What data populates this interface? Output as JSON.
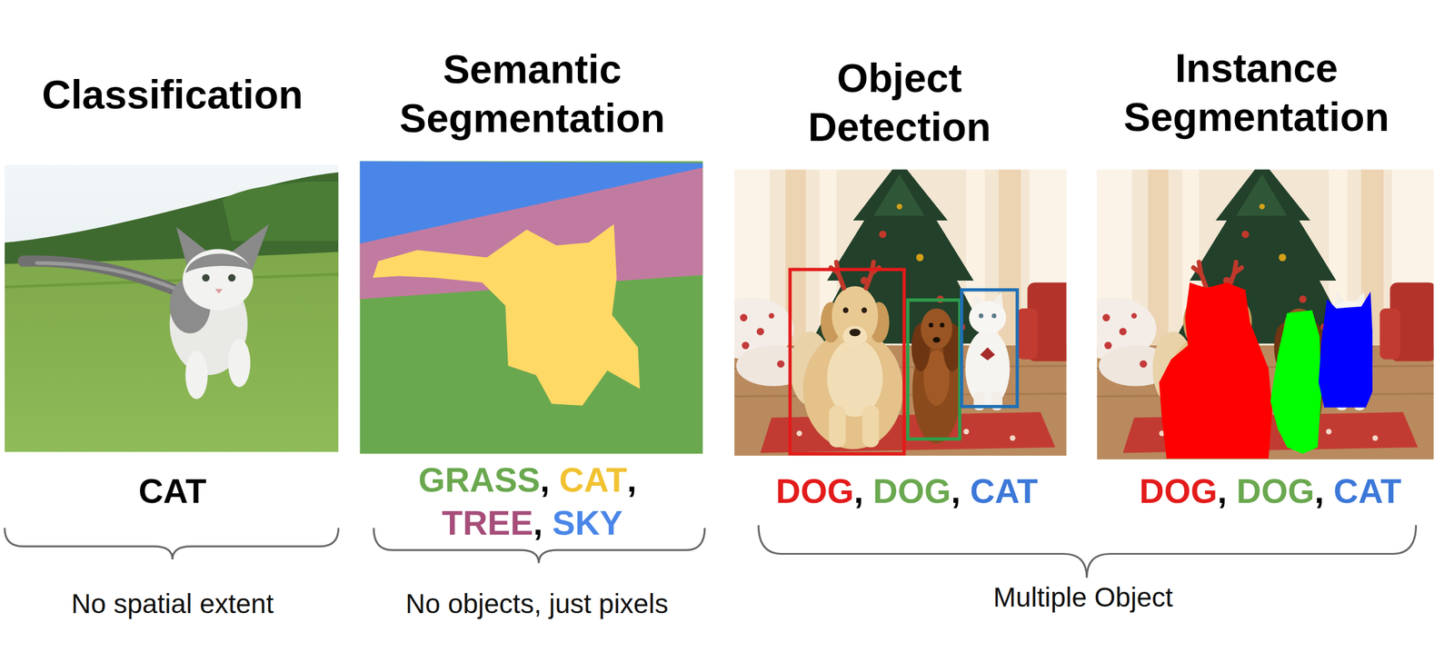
{
  "diagram": {
    "labels": [
      "Classification",
      "Semantic Segmentation",
      "Object Detection",
      "Instance Segmentation",
      "CAT",
      "GRASS",
      ",",
      "CAT",
      ",",
      "TREE",
      ",",
      "SKY",
      "DOG",
      ",",
      "DOG",
      ",",
      "CAT",
      "DOG",
      ",",
      "DOG",
      ",",
      "CAT",
      "No spatial extent",
      "No objects, just pixels",
      "Multiple Object"
    ]
  }
}
